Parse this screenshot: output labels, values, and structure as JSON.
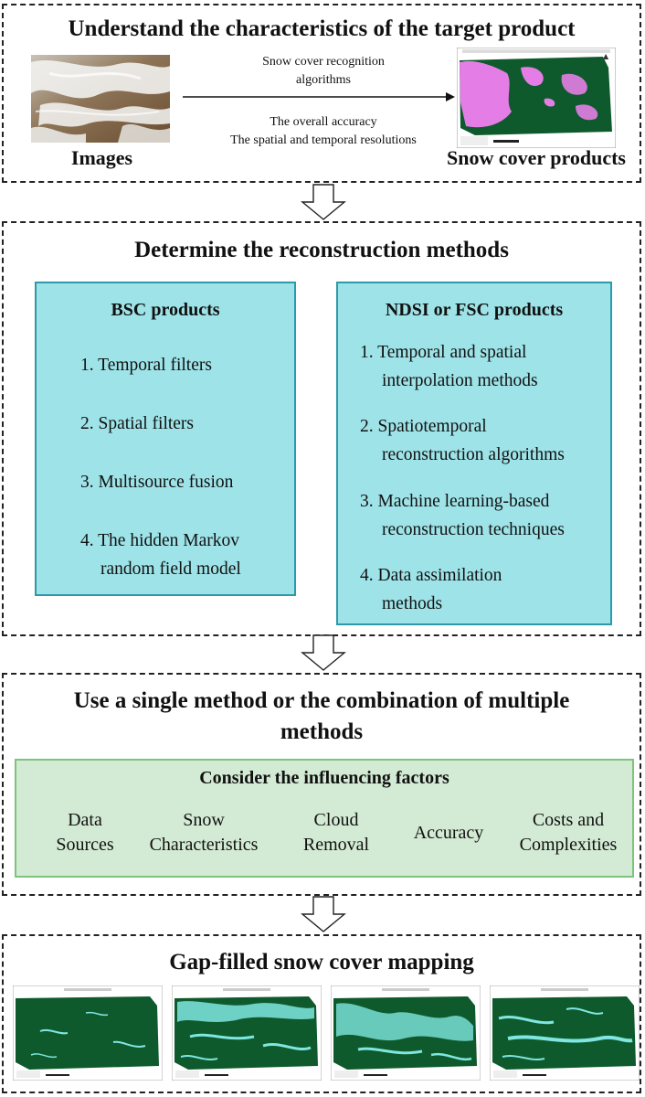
{
  "section1": {
    "title": "Understand the characteristics of the target product",
    "arrow_top_text": [
      "Snow cover recognition",
      "algorithms"
    ],
    "arrow_bottom_text": [
      "The overall accuracy",
      "The spatial and temporal resolutions"
    ],
    "left_label": "Images",
    "right_label": "Snow cover products"
  },
  "section2": {
    "title": "Determine the reconstruction methods",
    "bsc": {
      "heading": "BSC products",
      "items": [
        [
          "1. Temporal filters"
        ],
        [
          "2. Spatial filters"
        ],
        [
          "3. Multisource fusion"
        ],
        [
          "4. The hidden Markov",
          "random field model"
        ]
      ]
    },
    "ndsi": {
      "heading": "NDSI or FSC products",
      "items": [
        [
          "1. Temporal and spatial",
          "interpolation methods"
        ],
        [
          "2. Spatiotemporal",
          "reconstruction algorithms"
        ],
        [
          "3. Machine learning-based",
          "reconstruction techniques"
        ],
        [
          "4. Data assimilation",
          "methods"
        ]
      ]
    }
  },
  "section3": {
    "title_lines": [
      "Use a single method or the combination of multiple",
      "methods"
    ],
    "factors_heading": "Consider the influencing factors",
    "factors": [
      [
        "Data",
        "Sources"
      ],
      [
        "Snow",
        "Characteristics"
      ],
      [
        "Cloud",
        "Removal"
      ],
      [
        "Accuracy"
      ],
      [
        "Costs and",
        "Complexities"
      ]
    ]
  },
  "section4": {
    "title": "Gap-filled snow cover mapping"
  },
  "colors": {
    "teal_fill": "#9ee3e8",
    "teal_border": "#2c9aa8",
    "green_fill": "#d3ebd4",
    "green_border": "#7cc47c",
    "map_dark_green": "#0e5a2c",
    "map_snow_cyan": "#7fe6e0",
    "map_snow_magenta": "#e47ee6"
  }
}
